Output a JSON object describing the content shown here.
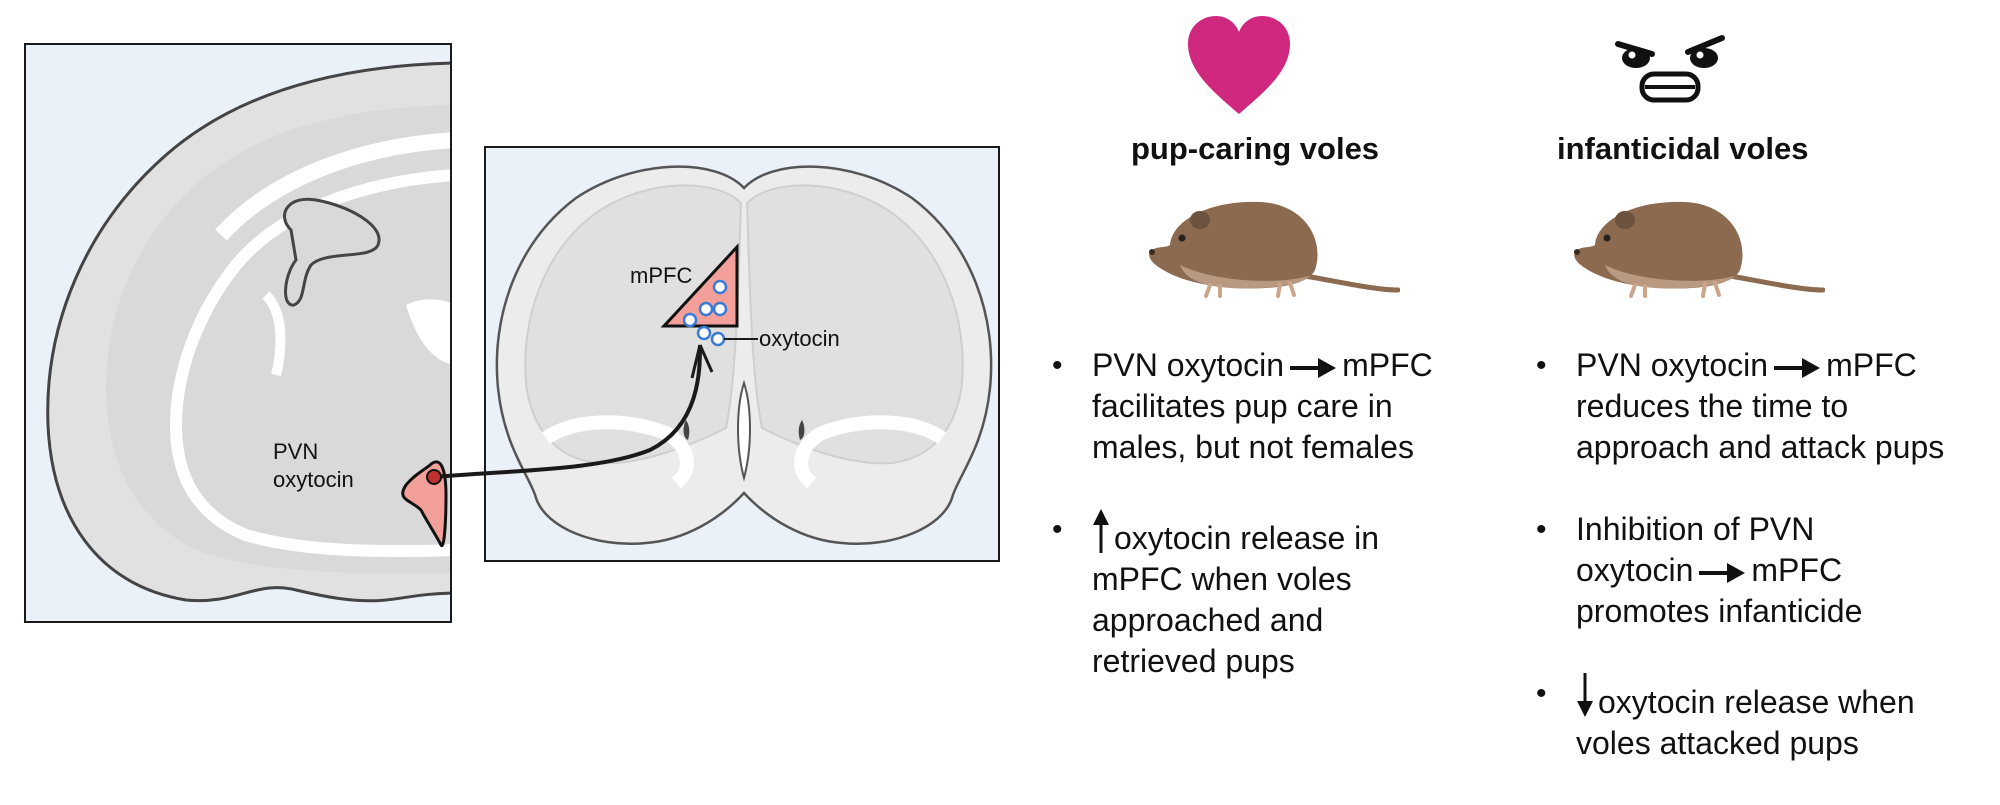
{
  "colors": {
    "panel_bg": "#eaf1f9",
    "brain_fill": "#e1e1e1",
    "region_fill": "#f3a09a",
    "heart": "#d1287f",
    "vole": "#8b6a50"
  },
  "diagram": {
    "pvn_label_line1": "PVN",
    "pvn_label_line2": "oxytocin",
    "mpfc_label": "mPFC",
    "oxytocin_label": "oxytocin"
  },
  "icons": {
    "heart": "heart-icon",
    "angry_face": "angry-face-icon",
    "vole": "vole-icon"
  },
  "columns": {
    "caring": {
      "title": "pup-caring voles",
      "b1_pre": "PVN oxytocin",
      "b1_post": "mPFC",
      "b1_line2": "facilitates pup care in",
      "b1_line3": "males, but not females",
      "b2_line1": "oxytocin release in",
      "b2_line2": "mPFC when voles",
      "b2_line3": "approached and",
      "b2_line4": "retrieved pups"
    },
    "infanticidal": {
      "title": "infanticidal voles",
      "b1_pre": "PVN oxytocin",
      "b1_post": "mPFC",
      "b1_line2": "reduces the time to",
      "b1_line3": "approach and attack pups",
      "b2_line1": "Inhibition of PVN",
      "b2_pre": "oxytocin",
      "b2_post": "mPFC",
      "b2_line3": "promotes infanticide",
      "b3_line1": "oxytocin release when",
      "b3_line2": "voles attacked pups"
    }
  }
}
